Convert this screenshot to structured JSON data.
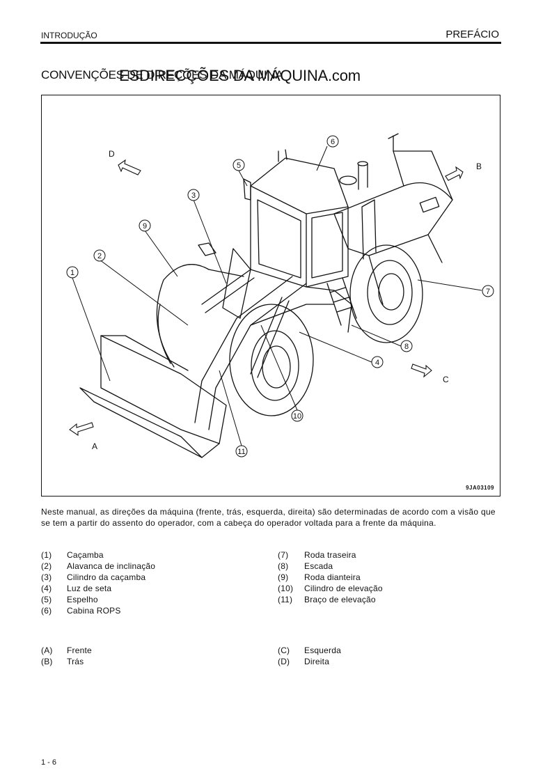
{
  "header": {
    "section": "INTRODUÇÃO",
    "chapter": "PREFÁCIO"
  },
  "title": {
    "main": "CONVENÇÕES DE DIREÇÕES DA MÁQUINA",
    "overlay": "ESDIRECÇÕES DA MÁQUINA.com"
  },
  "figure": {
    "code": "9JA03109",
    "callouts": [
      "1",
      "2",
      "3",
      "4",
      "5",
      "6",
      "7",
      "8",
      "9",
      "10",
      "11"
    ],
    "directions": [
      "A",
      "B",
      "C",
      "D"
    ]
  },
  "intro": "Neste manual, as direções da máquina (frente, trás, esquerda, direita) são determinadas de acordo com a visão que se tem a partir do assento do operador, com a cabeça do operador voltada para a frente da máquina.",
  "parts_left": [
    {
      "num": "(1)",
      "label": "Caçamba"
    },
    {
      "num": "(2)",
      "label": "Alavanca de inclinação"
    },
    {
      "num": "(3)",
      "label": "Cilindro da caçamba"
    },
    {
      "num": "(4)",
      "label": "Luz de seta"
    },
    {
      "num": "(5)",
      "label": "Espelho"
    },
    {
      "num": "(6)",
      "label": "Cabina ROPS"
    }
  ],
  "parts_right": [
    {
      "num": "(7)",
      "label": "Roda traseira"
    },
    {
      "num": "(8)",
      "label": "Escada"
    },
    {
      "num": "(9)",
      "label": "Roda dianteira"
    },
    {
      "num": "(10)",
      "label": "Cilindro de elevação"
    },
    {
      "num": "(11)",
      "label": "Braço de elevação"
    }
  ],
  "directions_left": [
    {
      "num": "(A)",
      "label": "Frente"
    },
    {
      "num": "(B)",
      "label": "Trás"
    }
  ],
  "directions_right": [
    {
      "num": "(C)",
      "label": "Esquerda"
    },
    {
      "num": "(D)",
      "label": "Direita"
    }
  ],
  "footer": {
    "page": "1 - 6"
  }
}
